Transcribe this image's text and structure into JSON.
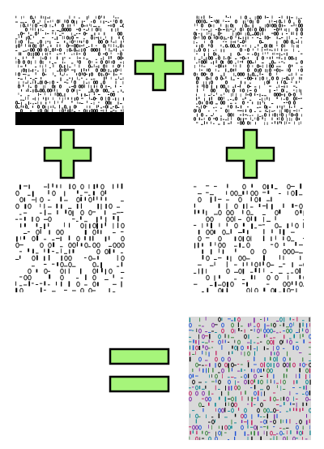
{
  "figure": {
    "colors": {
      "background": "#ffffff",
      "operator_fill": "#a6f57a",
      "operator_stroke": "#000000",
      "glyph_ink": "#000000",
      "result_background": "#d9d9d9"
    },
    "operators": [
      {
        "symbol": "plus",
        "icon": "plus-sign-icon"
      },
      {
        "symbol": "plus",
        "icon": "plus-sign-icon"
      },
      {
        "symbol": "plus",
        "icon": "plus-sign-icon"
      },
      {
        "symbol": "equals",
        "icon": "equals-sign-icon"
      }
    ],
    "panels": [
      {
        "name": "glyph-atlas-1",
        "style": "dense small black glyphs on white",
        "fill_ratio": 0.12
      },
      {
        "name": "glyph-atlas-2",
        "style": "dense small black glyphs on white",
        "fill_ratio": 0
      },
      {
        "name": "glyph-atlas-3",
        "style": "large black glyphs on white",
        "fill_ratio": 0
      },
      {
        "name": "glyph-atlas-4",
        "style": "large black glyphs on white",
        "fill_ratio": 0
      },
      {
        "name": "composite-atlas",
        "style": "multicolor overlay of all atlases on grey",
        "fill_ratio": 0
      }
    ]
  }
}
